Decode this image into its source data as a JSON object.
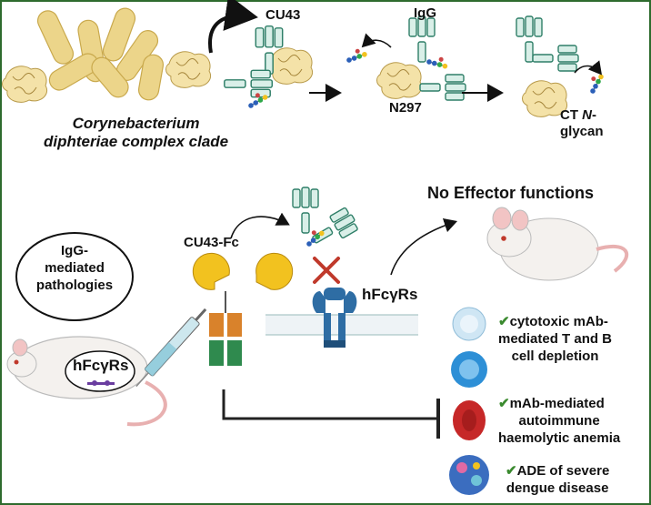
{
  "top": {
    "organism": [
      "Corynebacterium",
      "diphteriae complex clade"
    ],
    "enzyme": "CU43",
    "antibody": "IgG",
    "site": "N297",
    "product": [
      "CT ",
      "N",
      "-",
      "glycan"
    ]
  },
  "bottom": {
    "pathologies": [
      "IgG-",
      "mediated",
      "pathologies"
    ],
    "fusion": "CU43-Fc",
    "mouse_receptor": "hFcγRs",
    "receptor": "hFcγRs",
    "outcome": "No Effector functions",
    "conditions": [
      {
        "check": "✔",
        "lines": [
          "cytotoxic mAb-",
          "mediated T and B",
          "cell depletion"
        ]
      },
      {
        "check": "✔",
        "lines": [
          "mAb-mediated",
          "autoimmune",
          "haemolytic anemia"
        ]
      },
      {
        "check": "✔",
        "lines": [
          "ADE of severe",
          "dengue disease"
        ]
      }
    ]
  },
  "colors": {
    "bacteria": "#ecd58a",
    "antibody_fill": "#d9efe8",
    "antibody_stroke": "#2f7f68",
    "receptor": "#2e6da4",
    "pacman": "#f2c21f",
    "fc_orange": "#d9822b",
    "fc_green": "#2f8a4e",
    "inhibit_x": "#c0392b",
    "check": "#3a8a2e"
  },
  "icons": [
    "arrow-icon",
    "syringe-icon",
    "mouse-icon",
    "cell-icon",
    "rbc-icon",
    "virus-icon",
    "inhibition-bar-icon"
  ]
}
